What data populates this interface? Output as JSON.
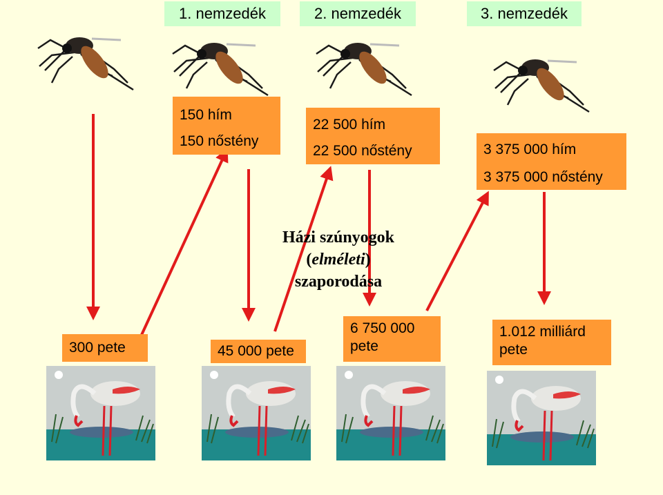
{
  "generations": [
    "1. nemzedék",
    "2. nemzedék",
    "3. nemzedék"
  ],
  "adults": [
    {
      "male": "150 hím",
      "female": "150 nőstény"
    },
    {
      "male": "22 500 hím",
      "female": "22 500 nőstény"
    },
    {
      "male": "3 375 000 hím",
      "female": "3 375 000 nőstény"
    }
  ],
  "eggs": [
    {
      "line1": "300 pete"
    },
    {
      "line1": "45 000 pete"
    },
    {
      "line1": "6 750 000",
      "line2": "pete"
    },
    {
      "line1": "1.012 milliárd",
      "line2": "pete"
    }
  ],
  "title": {
    "line1": "Házi szúnyogok",
    "line2": "elméleti",
    "line3": "szaporodása"
  },
  "colors": {
    "background": "#ffffe0",
    "generation_box": "#ccffcc",
    "count_box": "#ff9933",
    "arrow": "#e21b1b"
  }
}
